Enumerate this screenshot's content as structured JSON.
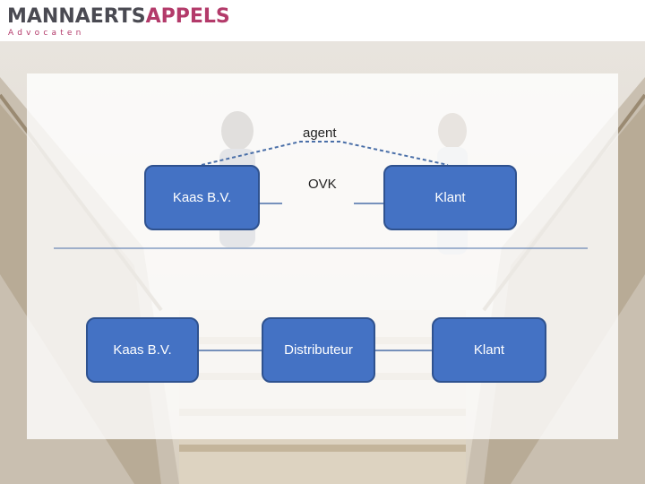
{
  "header": {
    "logo_part_a": "MANNAERTS",
    "logo_part_b": "APPELS",
    "logo_sub": "Advocaten",
    "colors": {
      "logo_dark": "#4a4a52",
      "logo_accent": "#b33a6a"
    }
  },
  "diagram": {
    "colors": {
      "box_fill": "#4472c4",
      "box_border": "#2f528f",
      "line": "#4a6fa8"
    },
    "agent_label": "agent",
    "row1": {
      "left_box": "Kaas B.V.",
      "middle_label": "OVK",
      "right_box": "Klant"
    },
    "row2": {
      "left_box": "Kaas B.V.",
      "middle_box": "Distributeur",
      "right_box": "Klant"
    }
  }
}
